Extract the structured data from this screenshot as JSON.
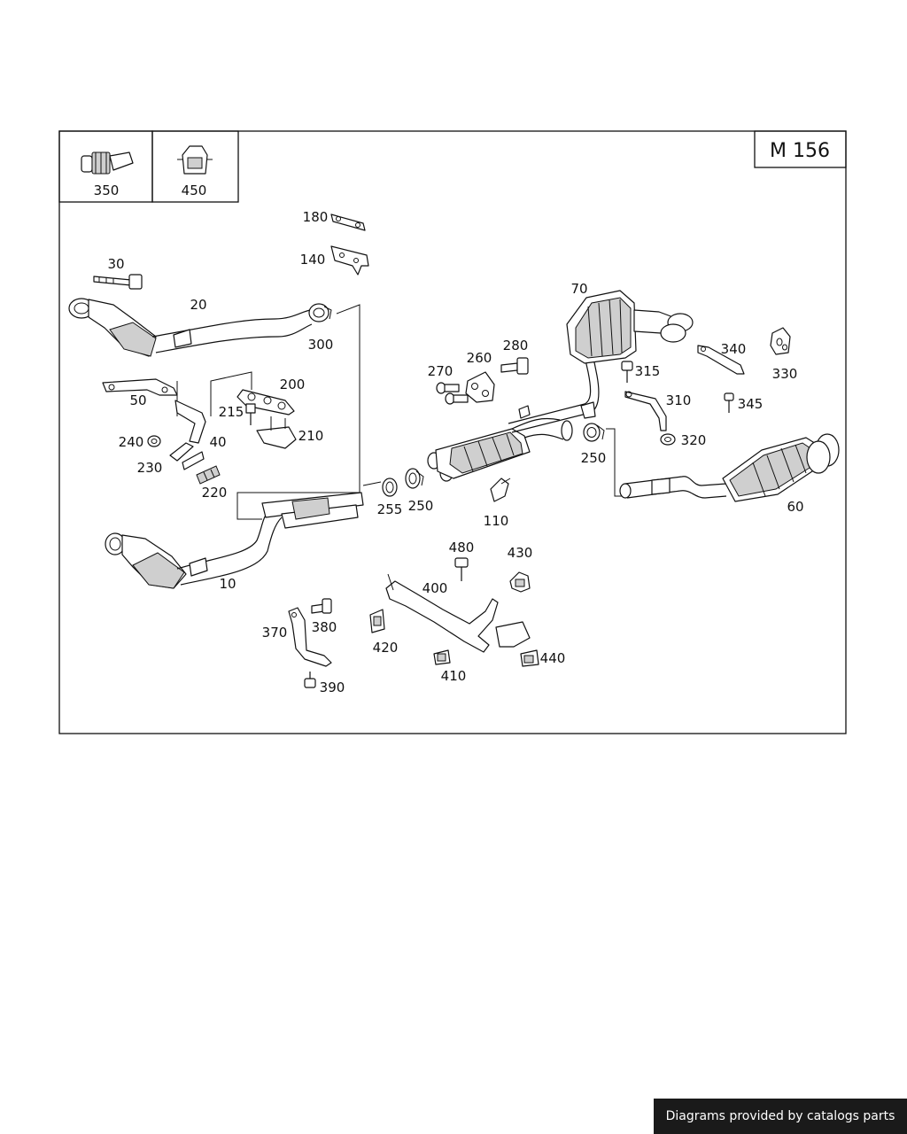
{
  "diagram": {
    "engine_code": "M 156",
    "inset_labels": [
      "350",
      "450"
    ],
    "part_labels": {
      "p10": "10",
      "p20": "20",
      "p30": "30",
      "p40": "40",
      "p50": "50",
      "p60": "60",
      "p70": "70",
      "p110": "110",
      "p140": "140",
      "p180": "180",
      "p200": "200",
      "p210": "210",
      "p215": "215",
      "p220": "220",
      "p230": "230",
      "p240": "240",
      "p250a": "250",
      "p250b": "250",
      "p255": "255",
      "p260": "260",
      "p270": "270",
      "p280": "280",
      "p300": "300",
      "p310": "310",
      "p315": "315",
      "p320": "320",
      "p330": "330",
      "p340": "340",
      "p345": "345",
      "p370": "370",
      "p380": "380",
      "p390": "390",
      "p400": "400",
      "p410": "410",
      "p420": "420",
      "p430": "430",
      "p440": "440",
      "p480": "480"
    }
  },
  "footer": {
    "credit": "Diagrams provided by catalogs parts"
  }
}
